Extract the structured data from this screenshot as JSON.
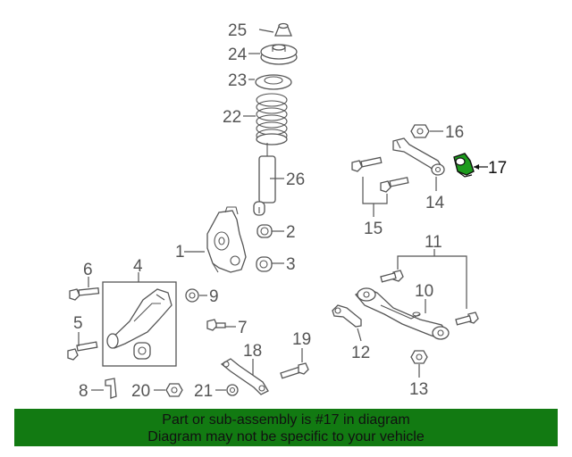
{
  "callouts": {
    "c1": "1",
    "c2": "2",
    "c3": "3",
    "c4": "4",
    "c5": "5",
    "c6": "6",
    "c7": "7",
    "c8": "8",
    "c9": "9",
    "c10": "10",
    "c11": "11",
    "c12": "12",
    "c13": "13",
    "c14": "14",
    "c15": "15",
    "c16": "16",
    "c17": "17",
    "c18": "18",
    "c19": "19",
    "c20": "20",
    "c21": "21",
    "c22": "22",
    "c23": "23",
    "c24": "24",
    "c25": "25",
    "c26": "26"
  },
  "highlight": {
    "color": "#1d9b1d"
  },
  "banner": {
    "line1": "Part or sub-assembly is #17 in diagram",
    "line2": "Diagram may not be specific to your vehicle",
    "color": "#127a12"
  }
}
